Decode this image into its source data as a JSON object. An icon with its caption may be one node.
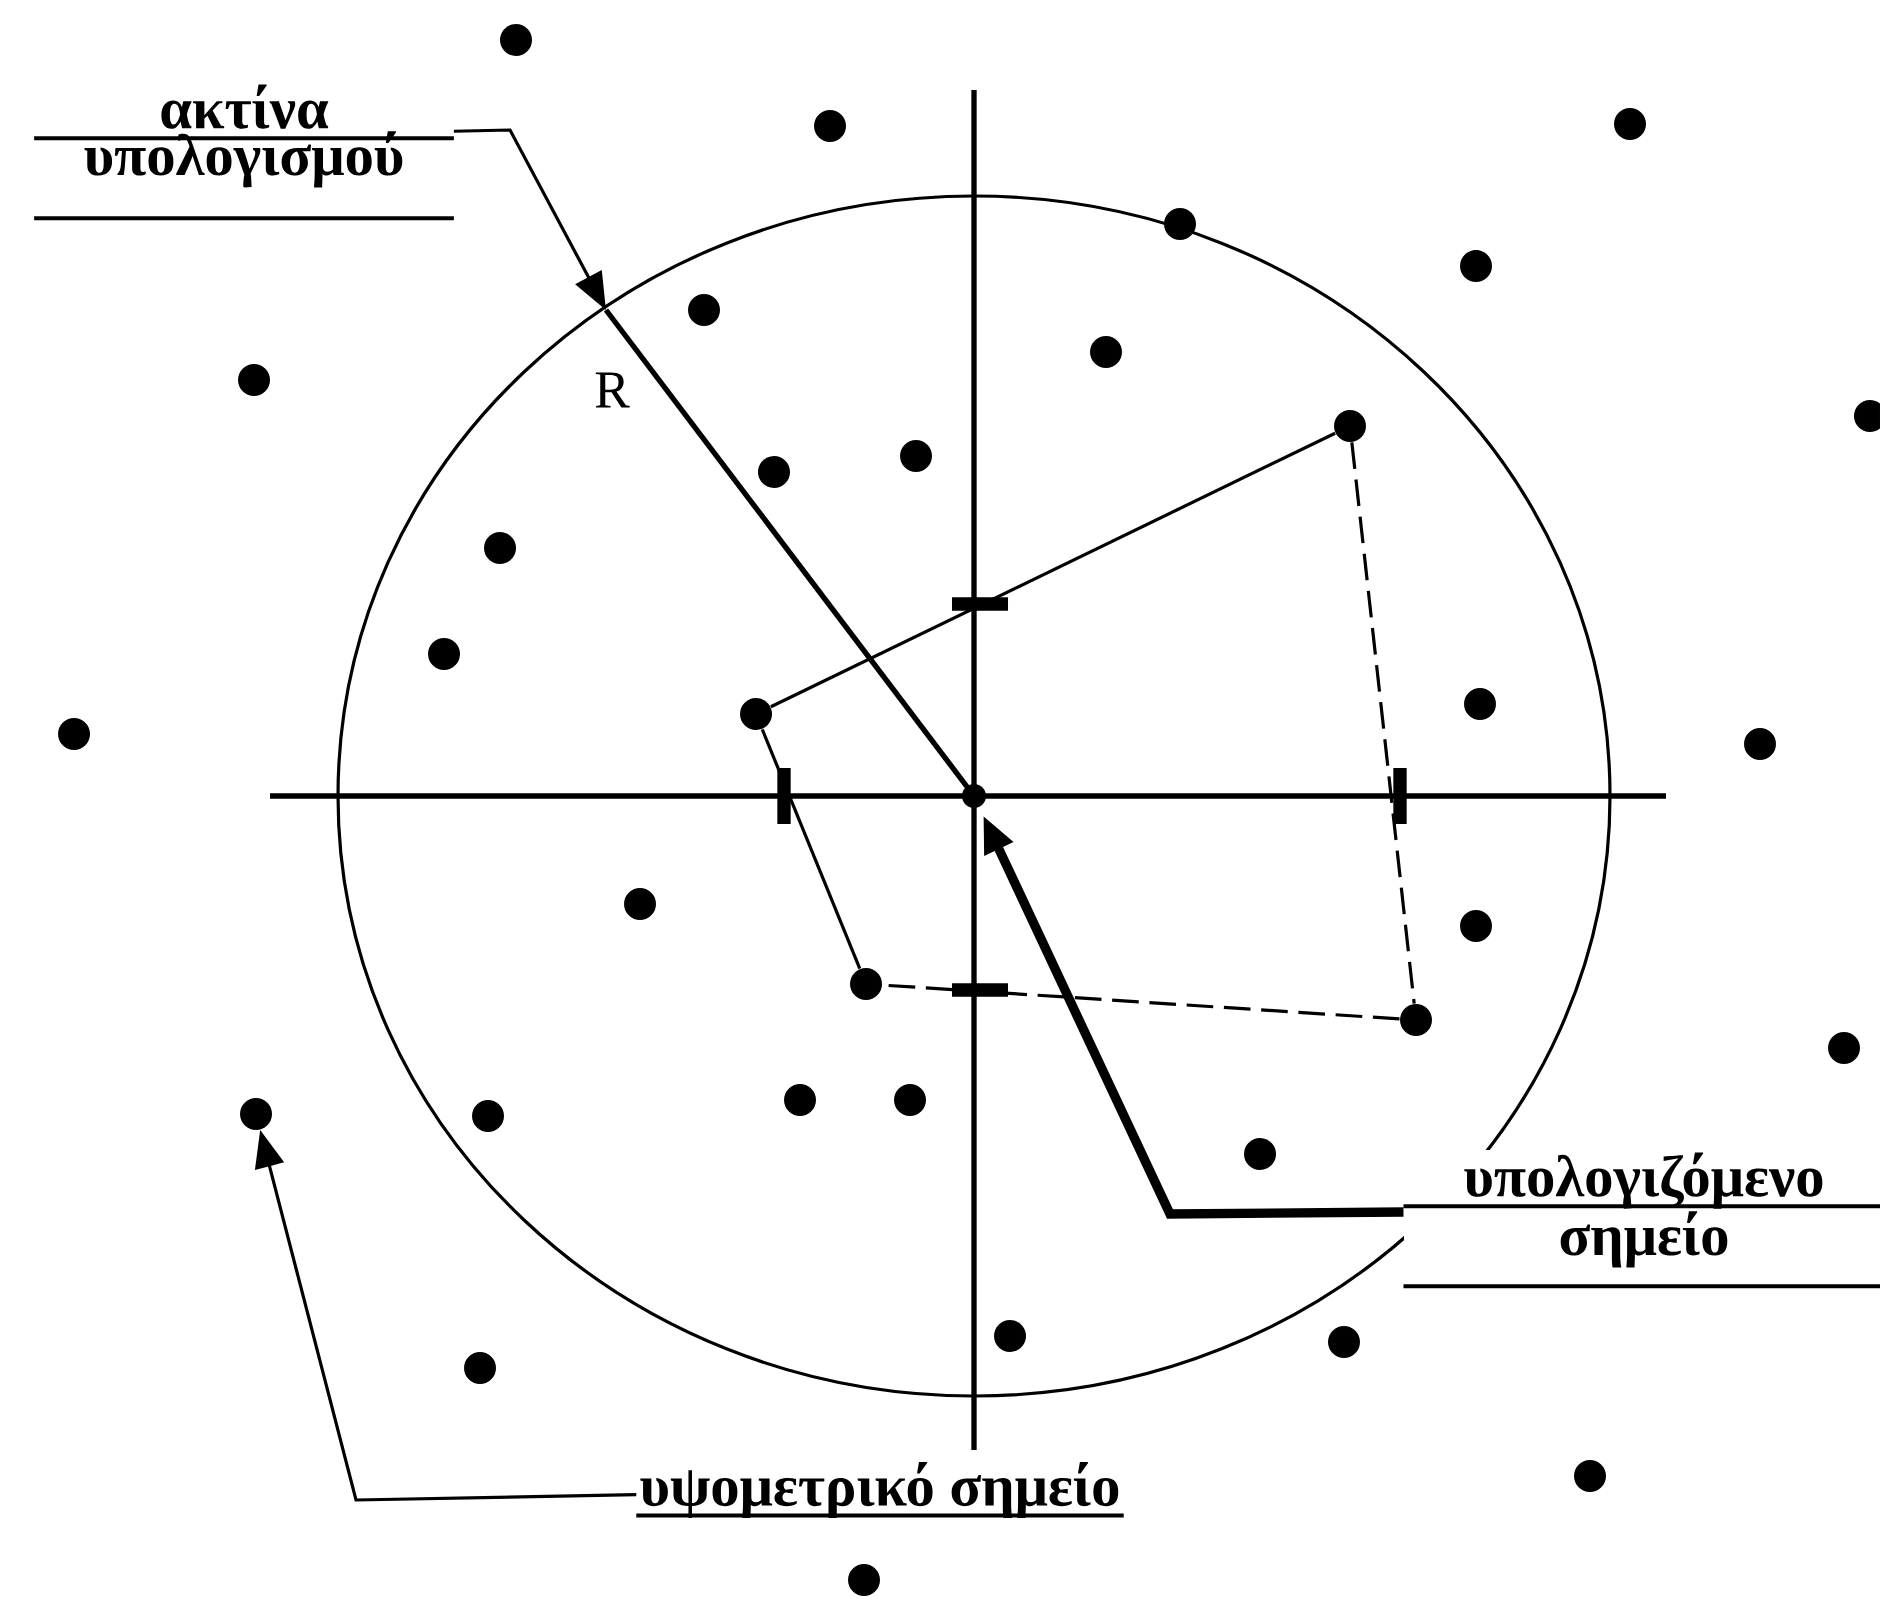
{
  "diagram": {
    "nodes": [
      {
        "text": [
          "ακτίνα υπολογισμού"
        ]
      },
      {
        "text": [
          "υπολογιζόμενο σημείο"
        ]
      },
      {
        "text": [
          "υψομετρικό σημείο"
        ]
      },
      {
        "text": [],
        "shape": "cross"
      },
      {
        "text": [],
        "shape": "circle"
      },
      {
        "text": [],
        "shape": "circle"
      },
      {
        "text": [],
        "shape": "circle"
      },
      {
        "text": [],
        "shape": "circle"
      },
      {
        "text": [],
        "shape": "circle"
      },
      {
        "text": [],
        "shape": "circle"
      },
      {
        "text": [],
        "shape": "circle"
      },
      {
        "text": [],
        "shape": "circle"
      },
      {
        "text": [],
        "shape": "circle"
      },
      {
        "text": [],
        "shape": "circle"
      },
      {
        "text": [],
        "shape": "circle"
      },
      {
        "text": [],
        "shape": "circle"
      },
      {
        "text": [],
        "shape": "circle"
      },
      {
        "text": [],
        "shape": "circle"
      },
      {
        "text": [],
        "shape": "circle"
      },
      {
        "text": [],
        "shape": "circle"
      },
      {
        "text": [],
        "shape": "circle"
      },
      {
        "text": [],
        "shape": "circle"
      },
      {
        "text": [],
        "shape": "circle"
      },
      {
        "text": [],
        "shape": "circle"
      },
      {
        "text": [],
        "shape": "circle"
      },
      {
        "text": [],
        "shape": "circle"
      },
      {
        "text": [],
        "shape": "circle"
      },
      {
        "text": [],
        "shape": "circle"
      },
      {
        "text": [],
        "shape": "circle"
      },
      {
        "text": [],
        "shape": "circle"
      },
      {
        "text": [],
        "shape": "circle"
      },
      {
        "text": [],
        "shape": "circle"
      },
      {
        "text": [],
        "shape": "circle"
      },
      {
        "text": [],
        "shape": "circle"
      },
      {
        "text": [],
        "shape": "circle"
      },
      {
        "text": [],
        "shape": "circle"
      },
      {
        "text": [],
        "shape": "circle"
      }
    ],
    "edges": [
      {
        "from": 0,
        "to": null,
        "arrow": "to"
      },
      {
        "from": 1,
        "to": 3,
        "arrow": "to",
        "style": "thick"
      },
      {
        "from": 2,
        "to": 29,
        "arrow": "to"
      },
      {
        "from": 19,
        "to": 13,
        "arrow": "none"
      },
      {
        "from": 13,
        "to": 25,
        "arrow": "none",
        "style": "dashed"
      },
      {
        "from": 25,
        "to": 24,
        "arrow": "none",
        "style": "dashed"
      },
      {
        "from": 24,
        "to": 19,
        "arrow": "none"
      }
    ],
    "labels": [
      "R"
    ]
  }
}
